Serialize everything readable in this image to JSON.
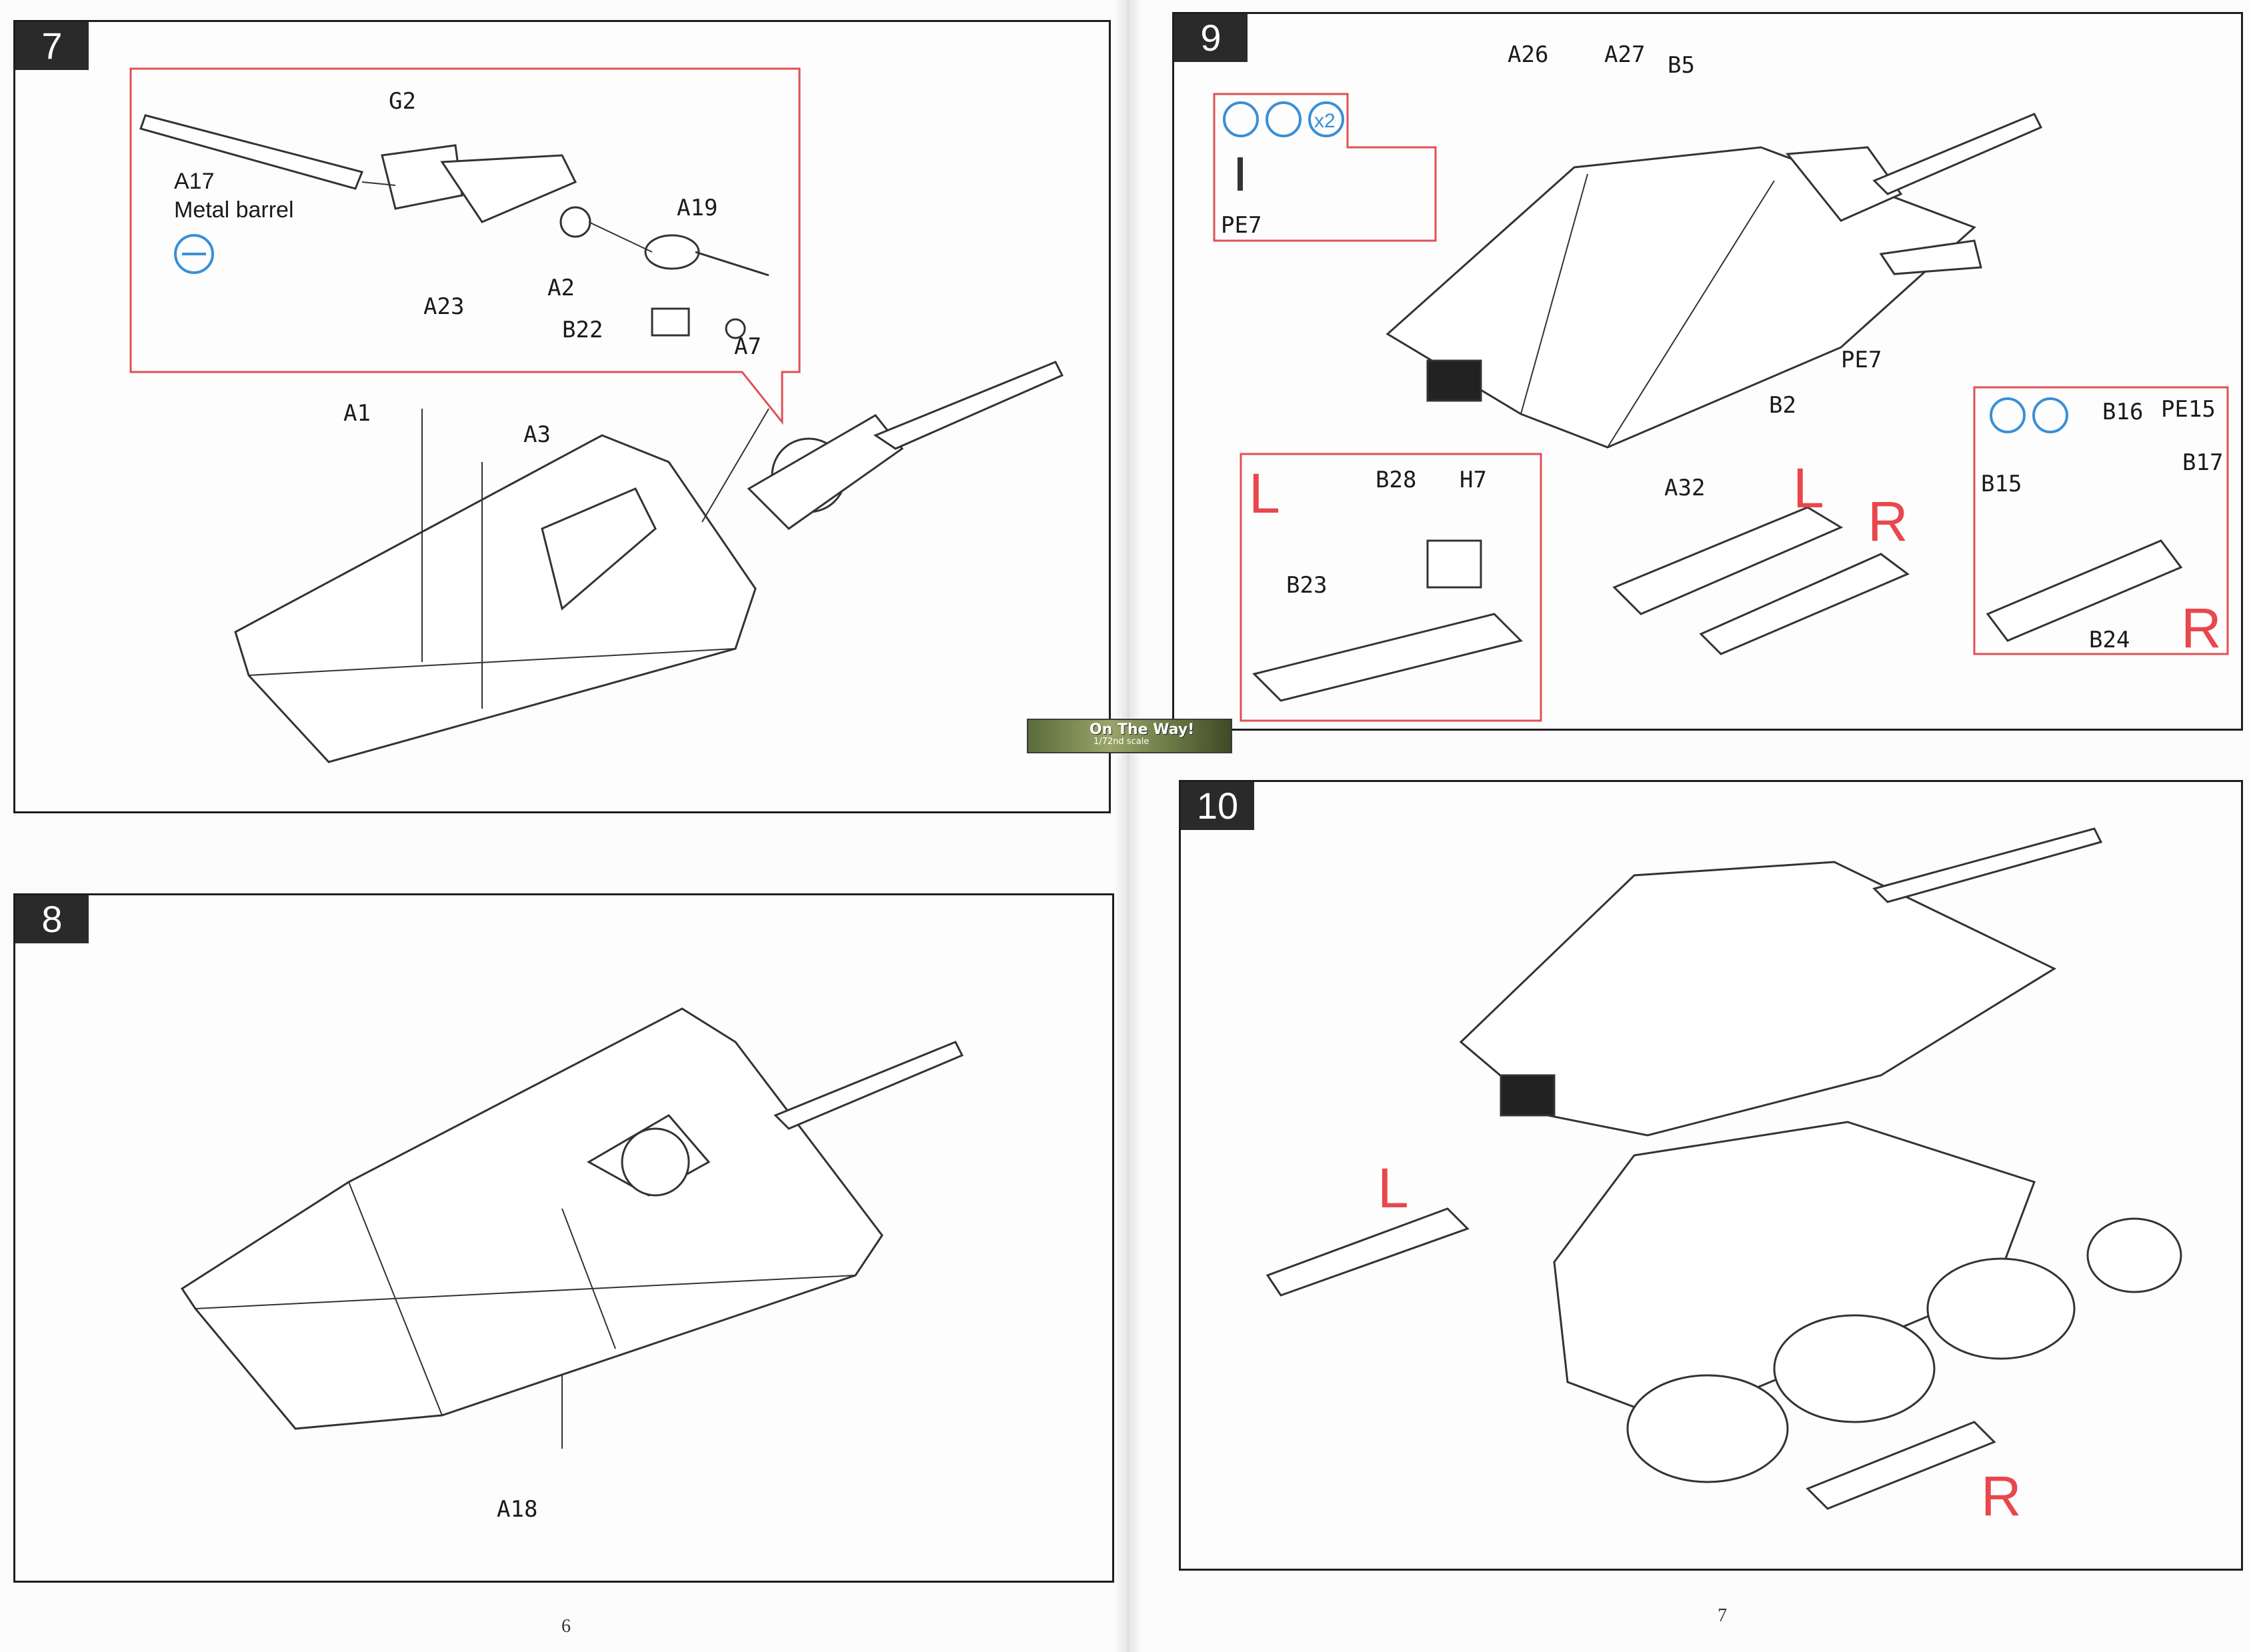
{
  "steps": {
    "s7": {
      "number": "7",
      "labels": {
        "g2": "G2",
        "a17": "A17",
        "metal_barrel": "Metal barrel",
        "a23": "A23",
        "a2": "A2",
        "a19": "A19",
        "b22": "B22",
        "a7": "A7",
        "a1": "A1",
        "a3": "A3"
      }
    },
    "s8": {
      "number": "8",
      "labels": {
        "a18": "A18"
      }
    },
    "s9": {
      "number": "9",
      "labels": {
        "a26": "A26",
        "a27": "A27",
        "b5": "B5",
        "x2": "x2",
        "pe7_inset": "PE7",
        "pe7": "PE7",
        "b2": "B2",
        "a32": "A32",
        "b28": "B28",
        "h7": "H7",
        "b23": "B23",
        "l_inset": "L",
        "l_main": "L",
        "r_main": "R",
        "b16": "B16",
        "pe15": "PE15",
        "b15": "B15",
        "b17": "B17",
        "b24": "B24",
        "r_inset": "R"
      }
    },
    "s10": {
      "number": "10",
      "labels": {
        "l": "L",
        "r": "R"
      }
    }
  },
  "pages": {
    "left": "6",
    "right": "7"
  },
  "logo": {
    "title": "On The Way!",
    "scale": "1/72nd scale"
  },
  "colors": {
    "accent_red": "#e8474c",
    "icon_blue": "#3a8fd6",
    "badge_bg": "#2a2a2a"
  }
}
